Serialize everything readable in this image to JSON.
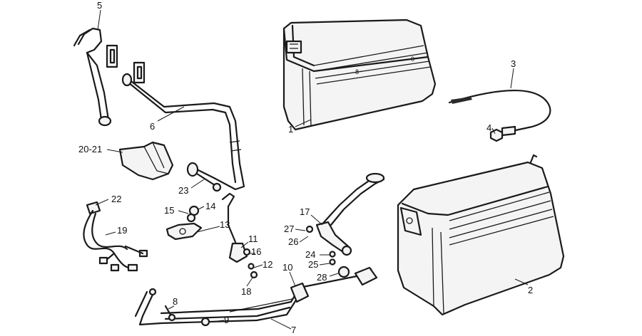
{
  "callouts": [
    {
      "id": "c5",
      "label": "5"
    },
    {
      "id": "c6",
      "label": "6"
    },
    {
      "id": "c1",
      "label": "1"
    },
    {
      "id": "c3",
      "label": "3"
    },
    {
      "id": "c4",
      "label": "4"
    },
    {
      "id": "c2021",
      "label": "20-21"
    },
    {
      "id": "c23",
      "label": "23"
    },
    {
      "id": "c22",
      "label": "22"
    },
    {
      "id": "c19",
      "label": "19"
    },
    {
      "id": "c15",
      "label": "15"
    },
    {
      "id": "c14",
      "label": "14"
    },
    {
      "id": "c13",
      "label": "13"
    },
    {
      "id": "c11",
      "label": "11"
    },
    {
      "id": "c16",
      "label": "16"
    },
    {
      "id": "c12",
      "label": "12"
    },
    {
      "id": "c18",
      "label": "18"
    },
    {
      "id": "c17",
      "label": "17"
    },
    {
      "id": "c27",
      "label": "27"
    },
    {
      "id": "c26",
      "label": "26"
    },
    {
      "id": "c24",
      "label": "24"
    },
    {
      "id": "c25",
      "label": "25"
    },
    {
      "id": "c28",
      "label": "28"
    },
    {
      "id": "c10",
      "label": "10"
    },
    {
      "id": "c8",
      "label": "8"
    },
    {
      "id": "c9",
      "label": "9"
    },
    {
      "id": "c7",
      "label": "7"
    },
    {
      "id": "c2",
      "label": "2"
    }
  ],
  "colors": {
    "line": "#1a1a1a",
    "background": "#ffffff"
  }
}
